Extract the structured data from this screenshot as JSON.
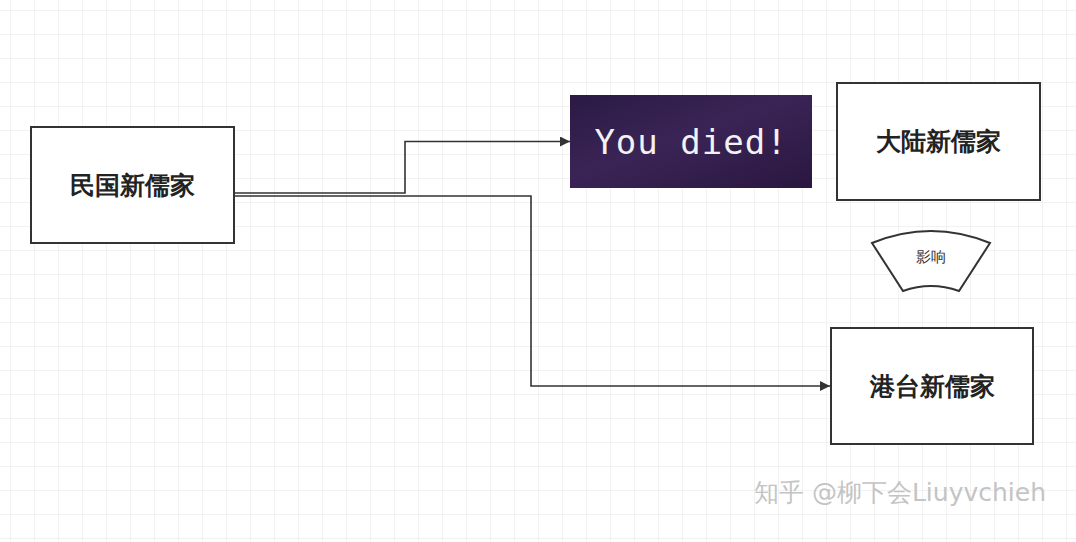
{
  "diagram": {
    "nodes": [
      {
        "text": [
          "民国新儒家"
        ]
      },
      {
        "text": [
          "You died!"
        ]
      },
      {
        "text": [
          "大陆新儒家"
        ]
      },
      {
        "text": [
          "港台新儒家"
        ]
      },
      {
        "text": [
          "影响"
        ]
      }
    ],
    "edges": [
      {
        "from": 0,
        "to": 1,
        "arrow": "to"
      },
      {
        "from": 0,
        "to": 3,
        "arrow": "to"
      }
    ],
    "labels": [
      "知乎 @柳下会Liuyvchieh"
    ]
  }
}
